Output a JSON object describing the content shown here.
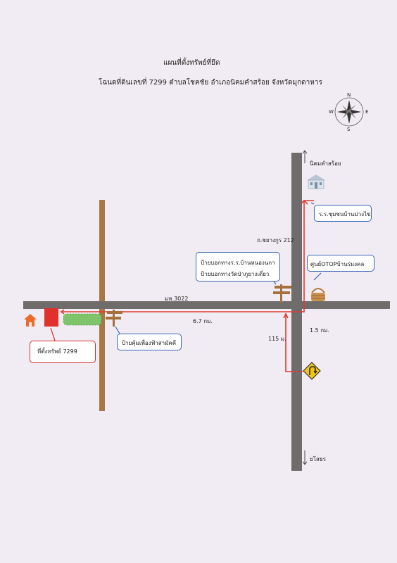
{
  "header": {
    "title": "แผนที่ตั้งทรัพย์ที่ยึด",
    "subtitle": "โฉนดที่ดินเลขที่ 7299 ตำบลโชคชัย อำเภอนิคมคำสร้อย จังหวัดมุกดาหาร"
  },
  "compass": {
    "north": "N",
    "south": "S",
    "east": "E",
    "west": "W"
  },
  "roads": {
    "vertical_top_label": "นิคมคำสร้อย",
    "vertical_bottom_label": "ยโสธร",
    "junction_label": "ถ.ชยางกูร 212",
    "horizontal_label": "มห.3022"
  },
  "places": {
    "school": "ร.ร.ชุมชนบ้านม่วงไข่",
    "signs_line1": "ป้ายบอกทางร.ร.บ้านหนองนกา",
    "signs_line2": "ป้ายบอกทางวัดป่าภูยางเดี่ยว",
    "otop": "ศูนย์OTOPบ้านร่มงคล",
    "village_sign": "ป้ายคุ้มเพื่องฟ้าสามัคคี",
    "property": "ที่ตั้งทรัพย์ 7299"
  },
  "distances": {
    "main": "6.7 กม.",
    "right": "1.5 กม.",
    "uturn": "115 ม."
  },
  "colors": {
    "road": "#6f6c6c",
    "route": "#e03a33",
    "wood_road": "#a77745",
    "callout_blue": "#3a66b8",
    "property": "#e0312c",
    "house": "#ee6a2a",
    "hedge": "#7ec46a",
    "warning": "#f0c419"
  },
  "icons": [
    "compass-icon",
    "school-icon",
    "basket-icon",
    "signpost-icon",
    "house-icon",
    "u-turn-sign-icon"
  ]
}
